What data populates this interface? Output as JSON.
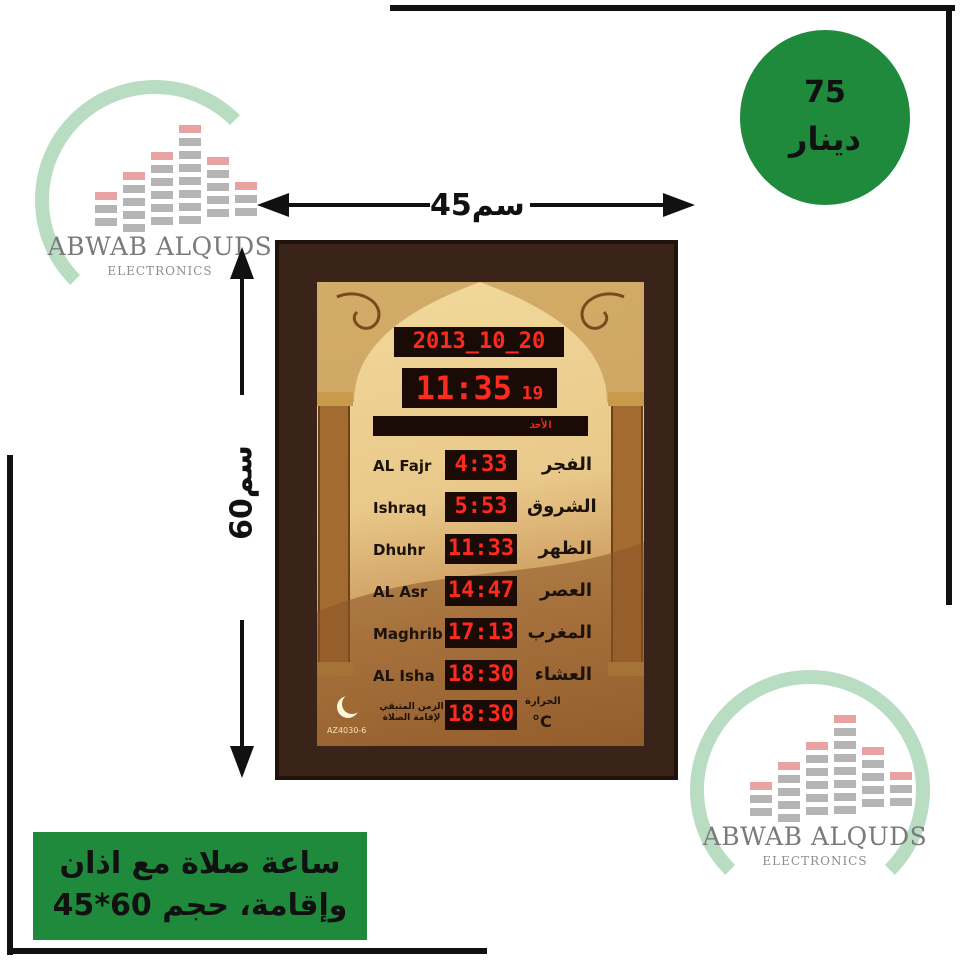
{
  "price": {
    "amount": "75",
    "currency": "دينار"
  },
  "brand": {
    "name": "ABWAB ALQUDS",
    "sub": "ELECTRONICS"
  },
  "dimensions": {
    "width": "سم45",
    "height": "سم60"
  },
  "clock": {
    "date": "2013_10_20",
    "time": "11:35",
    "seconds": "19",
    "day": "الأحد",
    "model": "AZ4030-6",
    "prayers": [
      {
        "en": "AL Fajr",
        "time": "4:33",
        "ar": "الفجر"
      },
      {
        "en": "Ishraq",
        "time": "5:53",
        "ar": "الشروق"
      },
      {
        "en": "Dhuhr",
        "time": "11:33",
        "ar": "الظهر"
      },
      {
        "en": "AL Asr",
        "time": "14:47",
        "ar": "العصر"
      },
      {
        "en": "Maghrib",
        "time": "17:13",
        "ar": "المغرب"
      },
      {
        "en": "AL Isha",
        "time": "18:30",
        "ar": "العشاء"
      }
    ],
    "iqama_label": "الزمن المتبقي لإقامة الصلاة",
    "iqama_time": "18:30",
    "temp_label": "الحرارة",
    "temp_unit": "°C"
  },
  "caption": {
    "line1": "ساعة صلاة مع اذان",
    "line2": "وإقامة، حجم 60*45"
  },
  "colors": {
    "green": "#1f8a3c",
    "led_red": "#ff2a1e",
    "logo_arc": "#b9ddc2"
  }
}
